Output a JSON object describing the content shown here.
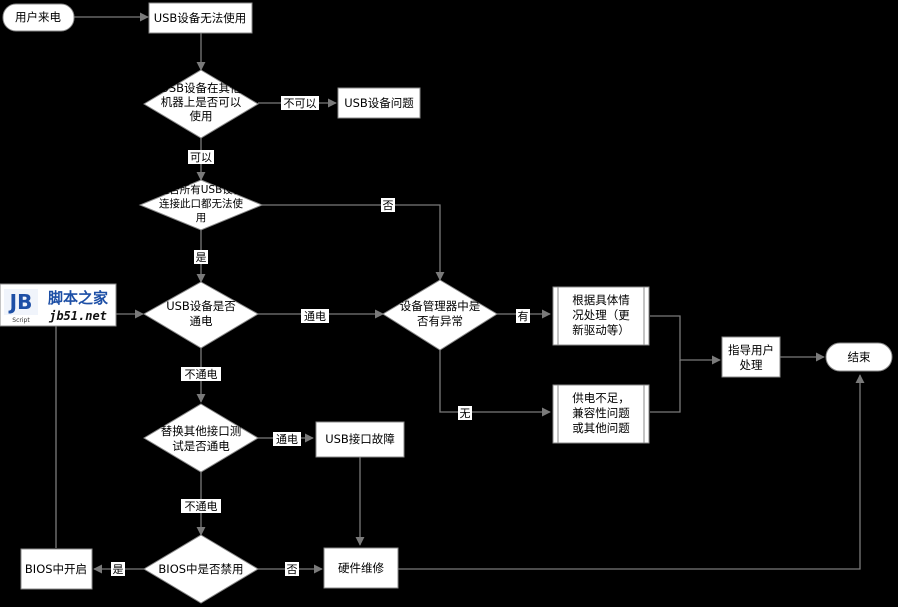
{
  "nodes": {
    "start": "用户来电",
    "usb_unusable": "USB设备无法使用",
    "q_other_machine": [
      "USB设备在其他",
      "机器上是否可以",
      "使用"
    ],
    "usb_device_problem": "USB设备问题",
    "q_all_devices": [
      "是否所有USB设备",
      "连接此口都无法使",
      "用"
    ],
    "q_powered": [
      "USB设备是否",
      "通电"
    ],
    "q_device_manager": [
      "设备管理器中是",
      "否有异常"
    ],
    "handle_specific": [
      "根据具体情",
      "况处理（更",
      "新驱动等）"
    ],
    "power_issue": [
      "供电不足，",
      "兼容性问题",
      "或其他问题"
    ],
    "guide_user": [
      "指导用户",
      "处理"
    ],
    "end": "结束",
    "q_other_port": [
      "替换其他接口测",
      "试是否通电"
    ],
    "usb_port_fault": "USB接口故障",
    "q_bios_disabled": "BIOS中是否禁用",
    "hardware_repair": "硬件维修",
    "bios_enable": "BIOS中开启"
  },
  "edge_labels": {
    "not_ok": "不可以",
    "ok": "可以",
    "no_1": "否",
    "yes_1": "是",
    "powered_1": "通电",
    "has": "有",
    "none": "无",
    "not_powered_1": "不通电",
    "powered_2": "通电",
    "not_powered_2": "不通电",
    "yes_2": "是",
    "no_2": "否"
  },
  "logo": {
    "mark": "JB",
    "sub": "Script",
    "name": "脚本之家",
    "url": "jb51.net"
  }
}
